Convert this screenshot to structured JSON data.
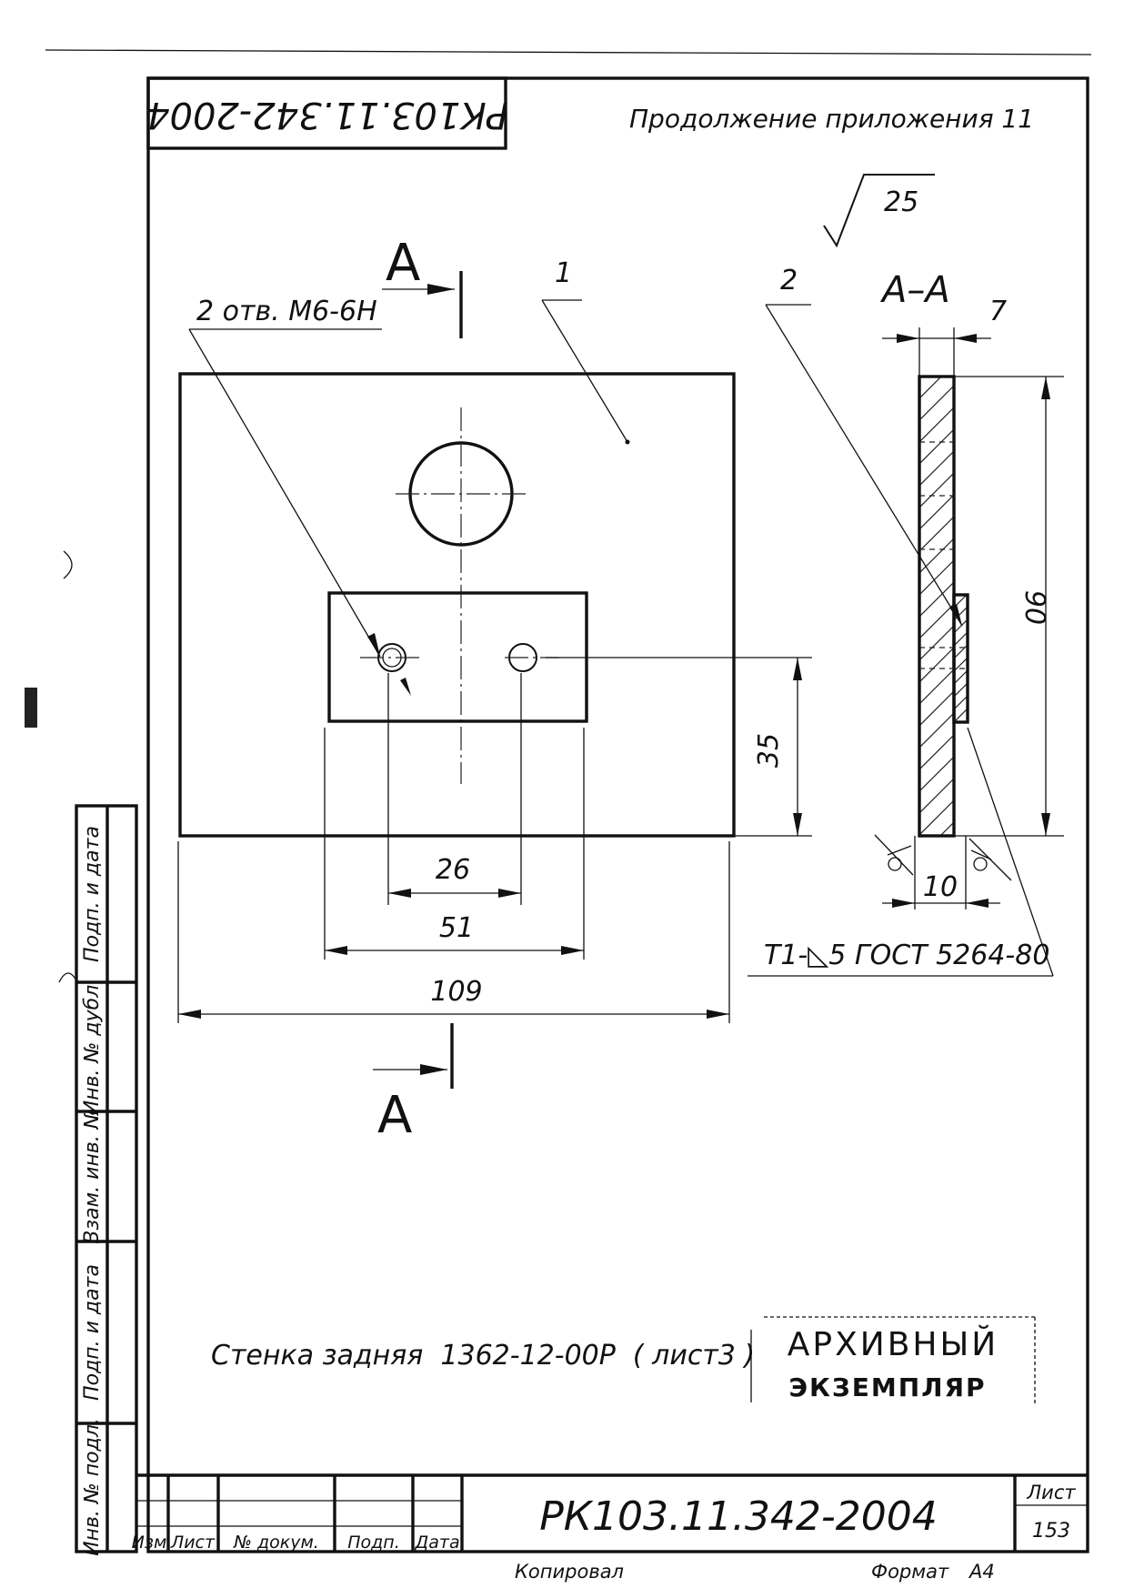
{
  "doc_code_top": "РК103.11.342-2004",
  "continuation": "Продолжение приложения 11",
  "roughness": "25",
  "section_label": "А",
  "section_view_title": "А–А",
  "hole_note": "2 отв. М6-6Н",
  "leaders": {
    "part1": "1",
    "part2": "2"
  },
  "dims": {
    "d26": "26",
    "d51": "51",
    "d109": "109",
    "d35": "35",
    "d90": "90",
    "d7": "7",
    "d10": "10"
  },
  "weld_note": "Т1-◺5 ГОСТ 5264-80",
  "caption": "Стенка задняя  1362-12-00Р  ( лист3 )",
  "stamp": {
    "line1": "АРХИВНЫЙ",
    "line2": "ЭКЗЕМПЛЯР"
  },
  "side_labels": [
    "Подп. и дата",
    "Инв. № дубл.",
    "Взам. инв. №",
    "Подп. и дата",
    "Инв. № подл."
  ],
  "title_block": {
    "code": "РК103.11.342-2004",
    "cols": [
      "Изм.",
      "Лист",
      "№ докум.",
      "Подп.",
      "Дата"
    ],
    "sheet_label": "Лист",
    "sheet_number": "153"
  },
  "footer": {
    "copied": "Копировал",
    "format_label": "Формат",
    "format_value": "А4"
  }
}
